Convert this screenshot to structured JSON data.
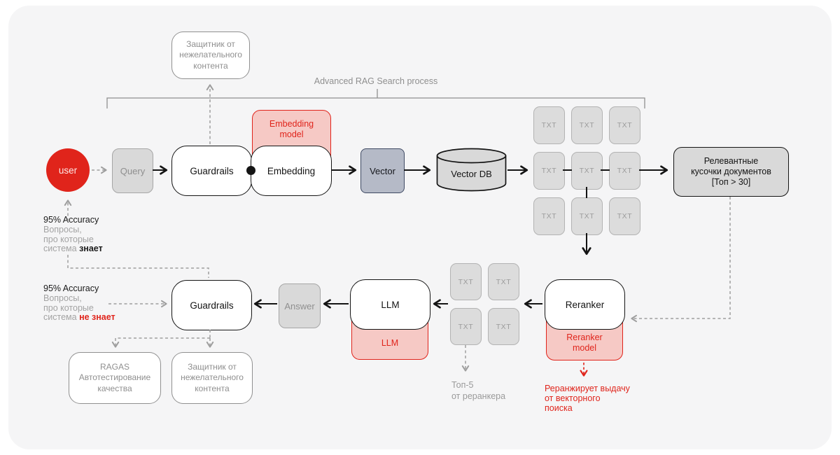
{
  "process_label": "Advanced RAG Search process",
  "txt_label": "TXT",
  "nodes": {
    "user": "user",
    "query": "Query",
    "guardrails_top": "Guardrails",
    "embedding": "Embedding",
    "embedding_model": {
      "l1": "Embedding",
      "l2": "model"
    },
    "vector": "Vector",
    "vector_db": "Vector DB",
    "relevant_chunks": {
      "l1": "Релевантные",
      "l2": "кусочки документов",
      "l3": "[Топ > 30]"
    },
    "guardrails_bottom": "Guardrails",
    "answer": "Answer",
    "llm": "LLM",
    "llm_model": "LLM",
    "reranker": "Reranker",
    "reranker_model": {
      "l1": "Reranker",
      "l2": "model"
    }
  },
  "callouts": {
    "content_guard": {
      "l1": "Защитник от",
      "l2": "нежелательного",
      "l3": "контента"
    },
    "ragas": {
      "l1": "RAGAS",
      "l2": "Автотестирование",
      "l3": "качества"
    },
    "accuracy_known": {
      "l1": "95% Accuracy",
      "l2": "Вопросы,",
      "l3": "про которые",
      "l4_plain": "система",
      "l4_bold": "знает"
    },
    "accuracy_unknown": {
      "l1": "95% Accuracy",
      "l2": "Вопросы,",
      "l3": "про которые",
      "l4_plain": "система",
      "l4_bold": "не знает"
    },
    "top5": {
      "l1": "Топ-5",
      "l2": "от реранкера"
    },
    "rerank_note": {
      "l1": "Реранжирует выдачу",
      "l2": "от векторного",
      "l3": "поиска"
    }
  },
  "colors": {
    "accent_red": "#E0241B",
    "accent_red_fill": "#F6C9C5",
    "gray_fill": "#D9D9D9",
    "txt_fill": "#DCDCDC",
    "vector_fill": "#B5BAC7",
    "vector_border": "#3F4A63",
    "panel_bg": "#F5F5F6",
    "outline_gray": "#8F8F8F",
    "ink": "#141414"
  }
}
